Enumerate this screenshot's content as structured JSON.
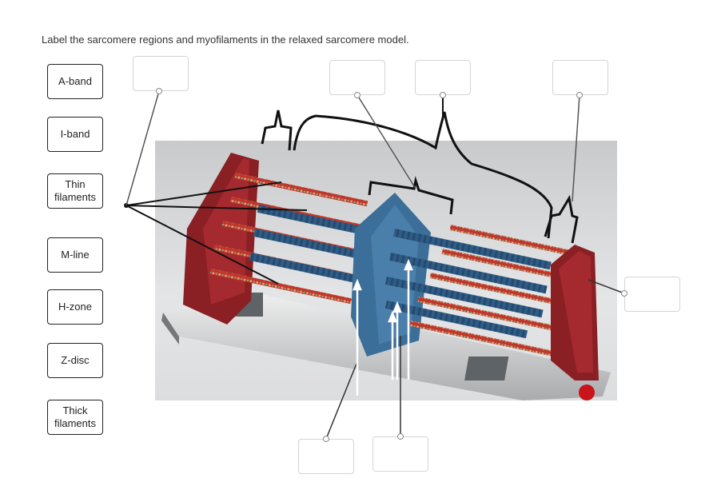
{
  "instruction": "Label the sarcomere regions and myofilaments in the relaxed sarcomere model.",
  "labels": [
    {
      "text": "A-band"
    },
    {
      "text": "I-band"
    },
    {
      "text": "Thin\nfilaments"
    },
    {
      "text": "M-line"
    },
    {
      "text": "H-zone"
    },
    {
      "text": "Z-disc"
    },
    {
      "text": "Thick\nfilaments"
    }
  ],
  "colors": {
    "background_gray": "#d7d8da",
    "z_disc_red": "#8a1f24",
    "thick_filament_blue": "#2f5c86",
    "thin_filament_red": "#c0362c",
    "m_line_blue": "#3b6e98"
  }
}
